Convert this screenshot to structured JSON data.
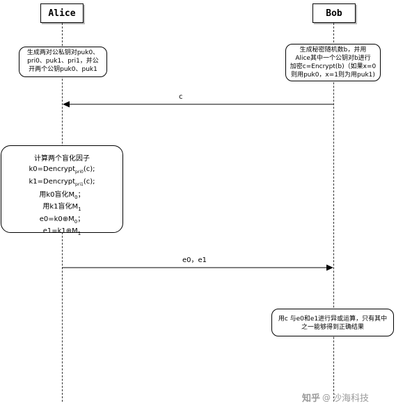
{
  "participants": {
    "alice": "Alice",
    "bob": "Bob"
  },
  "notes": {
    "alice_gen": [
      "生成两对公私钥对puk0、",
      "pri0、puk1、pri1，并公",
      "开两个公钥puk0、puk1"
    ],
    "bob_choose": [
      "生成秘密随机数b，并用",
      "Alice其中一个公钥对b进行",
      "加密c=Encrypt(b)（如果x=0",
      "则用puk0，x=1则为用puk1)"
    ],
    "alice_compute": [
      "计算两个盲化因子",
      "k0=Dencrypt",
      "k1=Dencrypt",
      "用k0盲化M",
      "用k1盲化M",
      "e0=k0⊕M",
      "e1=k1⊕M"
    ],
    "alice_compute_parts": {
      "k0_sub": "pri0",
      "k0_tail": "(c);",
      "k1_sub": "pri1",
      "k1_tail": "(c);",
      "m0_sub": "0",
      "m0_tail": "；",
      "m1_sub": "1",
      "m1_tail": "",
      "e0_sub": "0",
      "e0_tail": "；",
      "e1_sub": "1",
      "e1_tail": ""
    },
    "bob_xor": [
      "用c 与e0和e1进行异或运算，只有其中",
      "之一能够得到正确结果"
    ]
  },
  "messages": {
    "c": "c",
    "e": "e0，e1"
  },
  "watermark": {
    "brand": "知乎",
    "at": "@",
    "author": "沙海科技"
  }
}
